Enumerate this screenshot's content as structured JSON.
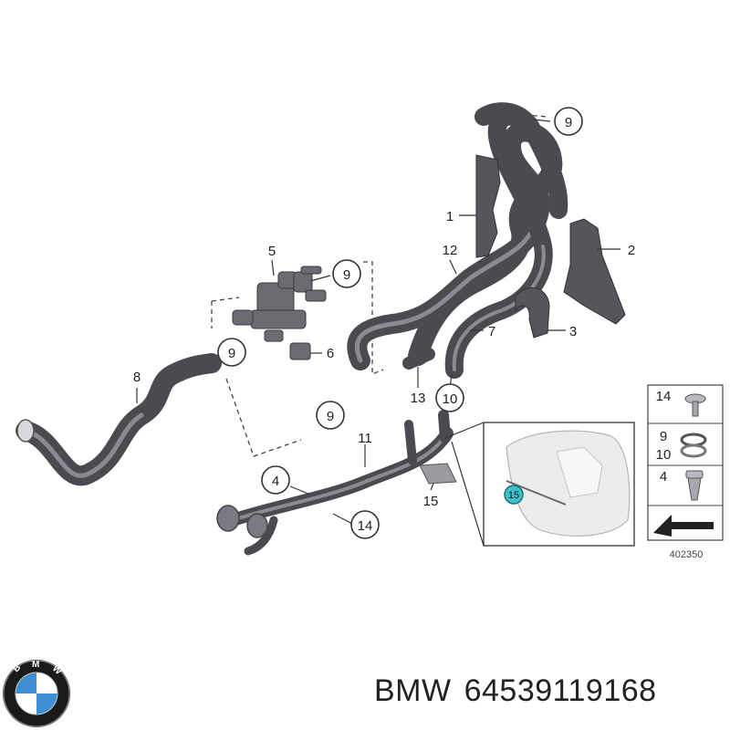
{
  "diagram": {
    "callouts": [
      {
        "id": "c9a",
        "label": "9"
      },
      {
        "id": "c1",
        "label": "1"
      },
      {
        "id": "c2",
        "label": "2"
      },
      {
        "id": "c12",
        "label": "12"
      },
      {
        "id": "c5",
        "label": "5"
      },
      {
        "id": "c9b",
        "label": "9"
      },
      {
        "id": "c3",
        "label": "3"
      },
      {
        "id": "c7",
        "label": "7"
      },
      {
        "id": "c9c",
        "label": "9"
      },
      {
        "id": "c6",
        "label": "6"
      },
      {
        "id": "c8",
        "label": "8"
      },
      {
        "id": "c13",
        "label": "13"
      },
      {
        "id": "c10",
        "label": "10"
      },
      {
        "id": "c9d",
        "label": "9"
      },
      {
        "id": "c11",
        "label": "11"
      },
      {
        "id": "c4",
        "label": "4"
      },
      {
        "id": "c15",
        "label": "15"
      },
      {
        "id": "c14",
        "label": "14"
      },
      {
        "id": "c15b",
        "label": "15"
      }
    ],
    "legend": {
      "rows": [
        {
          "labels": [
            "14"
          ]
        },
        {
          "labels": [
            "9",
            "10"
          ]
        },
        {
          "labels": [
            "4"
          ]
        }
      ]
    },
    "diagram_number": "402350"
  },
  "caption": {
    "brand": "BMW",
    "part_number": "64539119168"
  },
  "colors": {
    "hose": "#4a4a50",
    "highlight": "#3fc1c9",
    "brand_blue": "#3d8fd1"
  }
}
